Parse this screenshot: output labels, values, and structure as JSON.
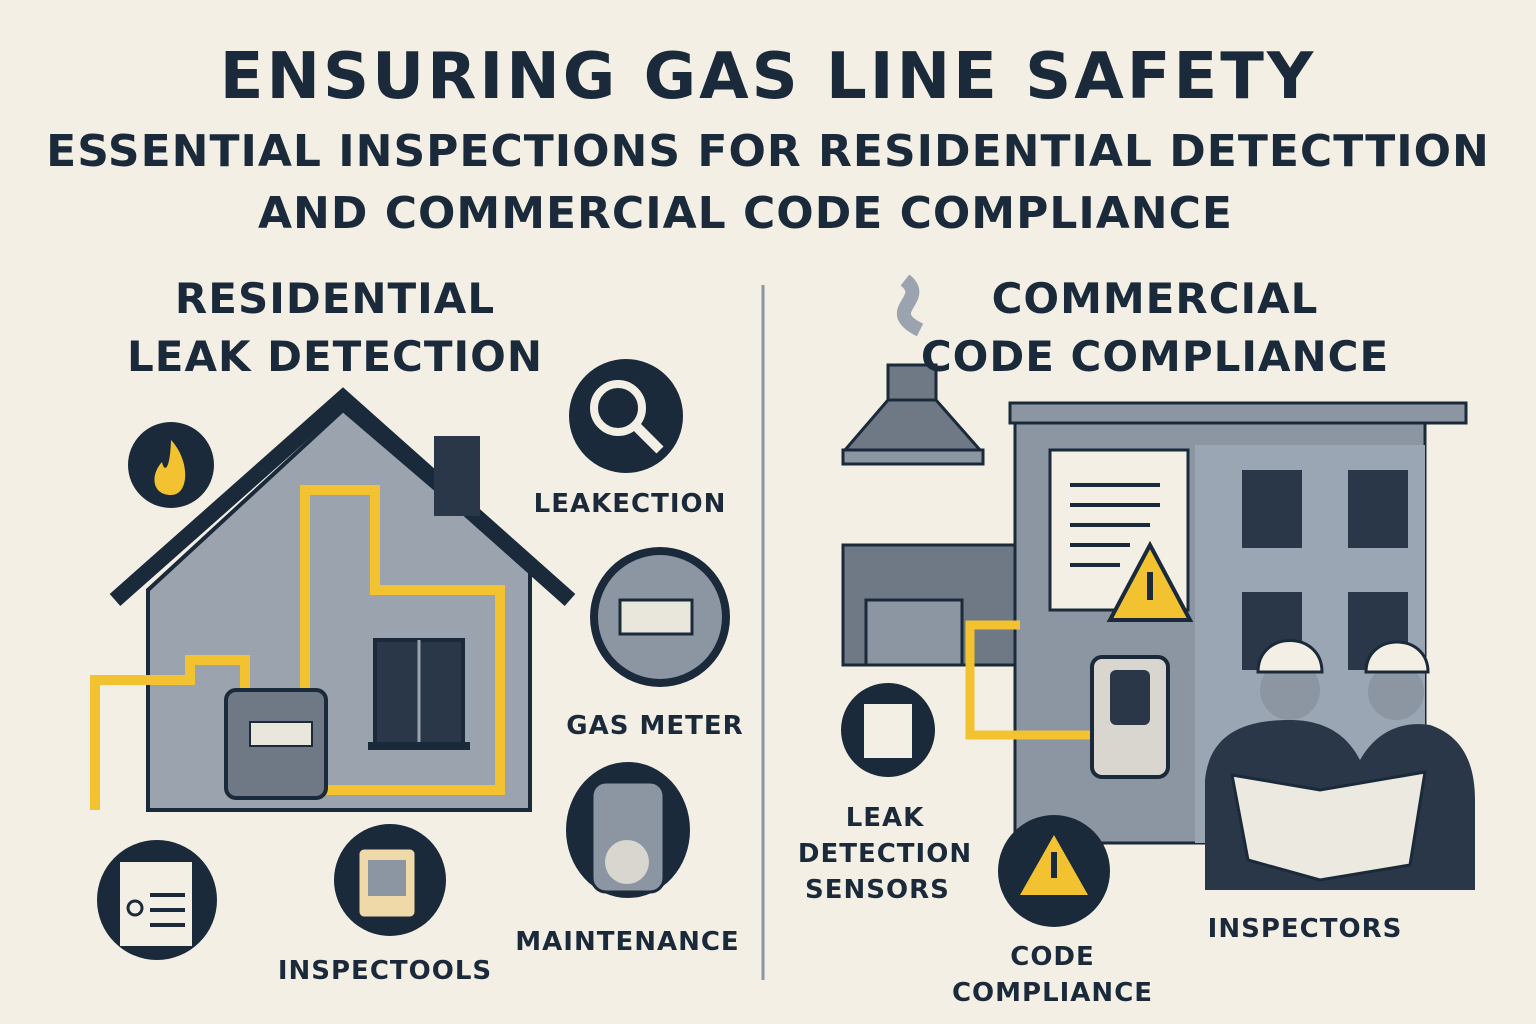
{
  "header": {
    "title": "ENSURING GAS LINE SAFETY",
    "subtitle_line1": "ESSENTIAL INSPECTIONS FOR RESIDENTIAL DETECTTION",
    "subtitle_line2": "AND COMMERCIAL CODE COMPLIANCE"
  },
  "residential": {
    "heading_line1": "RESIDENTIAL",
    "heading_line2": "LEAK DETECTION",
    "labels": {
      "leak": "LEAKECTION",
      "meter": "GAS METER",
      "maintenance": "MAINTENANCE",
      "tools": "INSPECTOOLS"
    }
  },
  "commercial": {
    "heading_line1": "COMMERCIAL",
    "heading_line2": "CODE COMPLIANCE",
    "labels": {
      "sensors_1": "LEAK",
      "sensors_2": "DETECTION",
      "sensors_3": "SENSORS",
      "code_1": "CODE",
      "code_2": "COMPLIANCE",
      "inspectors": "INSPECTORS"
    }
  },
  "colors": {
    "background": "#f3efe4",
    "navy": "#1b2a3a",
    "gray": "#8c96a3",
    "yellow": "#f2c230"
  }
}
